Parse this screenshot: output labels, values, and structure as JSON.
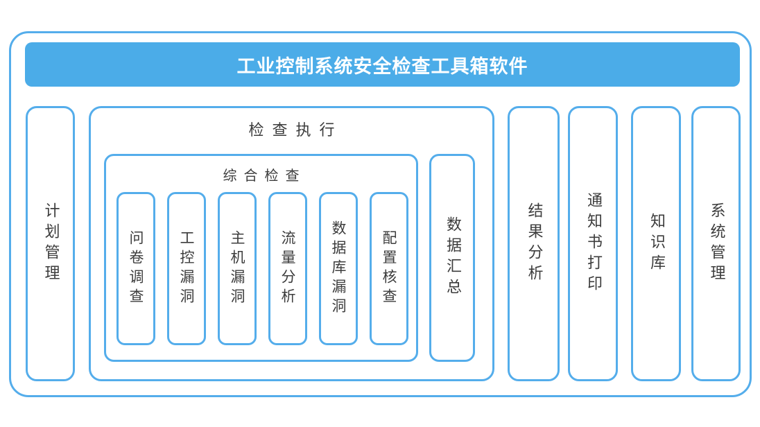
{
  "header": {
    "title": "工业控制系统安全检查工具箱软件"
  },
  "colors": {
    "accent_fill": "#4BACE8",
    "accent_border": "#54ADEB",
    "text": "#3C3C3C",
    "header_text": "#FFFFFF",
    "background": "#FFFFFF"
  },
  "columns": {
    "plan": {
      "label": "计划管理"
    },
    "execution": {
      "title": "检查执行",
      "comprehensive": {
        "title": "综合检查",
        "items": [
          "问卷调查",
          "工控漏洞",
          "主机漏洞",
          "流量分析",
          "数据库漏洞",
          "配置核查"
        ]
      },
      "summary": {
        "label": "数据汇总"
      }
    },
    "result": {
      "label": "结果分析"
    },
    "notice": {
      "label": "通知书打印"
    },
    "knowledge": {
      "label": "知识库"
    },
    "system": {
      "label": "系统管理"
    }
  }
}
